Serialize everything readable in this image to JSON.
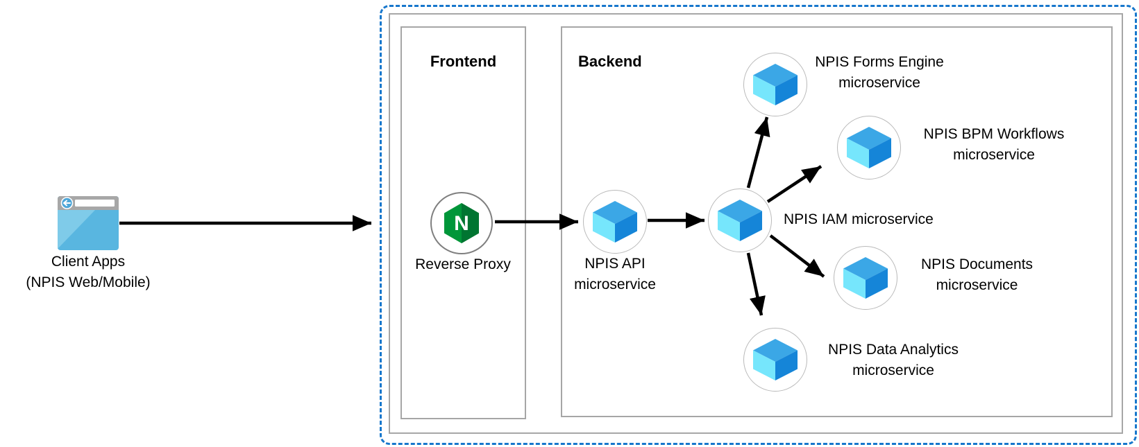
{
  "client": {
    "line1": "Client Apps",
    "line2": "(NPIS Web/Mobile)"
  },
  "frontend": {
    "title": "Frontend",
    "proxy_label": "Reverse Proxy",
    "nginx_letter": "N"
  },
  "backend": {
    "title": "Backend",
    "api": {
      "line1": "NPIS API",
      "line2": "microservice"
    },
    "iam": {
      "label": "NPIS IAM microservice"
    },
    "forms": {
      "line1": "NPIS Forms Engine",
      "line2": "microservice"
    },
    "bpm": {
      "line1": "NPIS BPM Workflows",
      "line2": "microservice"
    },
    "documents": {
      "line1": "NPIS Documents",
      "line2": "microservice"
    },
    "analytics": {
      "line1": "NPIS Data Analytics",
      "line2": "microservice"
    }
  },
  "colors": {
    "dashed_border": "#1777cc",
    "box_border": "#a6a6a6",
    "circle_border": "#b9b9b9",
    "nginx_circle_border": "#7f7f7f",
    "arrow": "#000000",
    "nginx_green": "#009639",
    "nginx_green_dark": "#007531",
    "cube_top": "#3ba7e6",
    "cube_left": "#76e6fc",
    "cube_right": "#1585d8",
    "browser_body": "#59b6e0",
    "browser_highlight": "#7fcbe9",
    "browser_bar": "#a7a7a7",
    "browser_circle": "#4da6d8"
  }
}
